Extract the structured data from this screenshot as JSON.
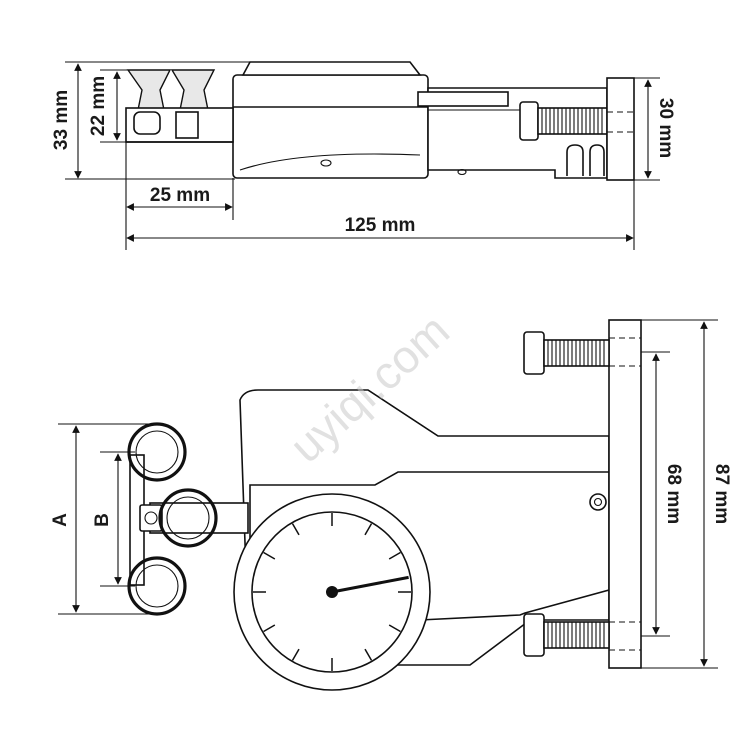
{
  "top_view": {
    "dim_height_total": "33 mm",
    "dim_height_roller": "22 mm",
    "dim_height_plate": "30 mm",
    "dim_roller_offset": "25 mm",
    "dim_length_total": "125 mm"
  },
  "front_view": {
    "label_a": "A",
    "label_b": "B",
    "dim_bolt_spacing": "68 mm",
    "dim_plate_height": "87 mm",
    "gauge_needle_value": 0.22
  },
  "watermark": "uyiqi.com"
}
